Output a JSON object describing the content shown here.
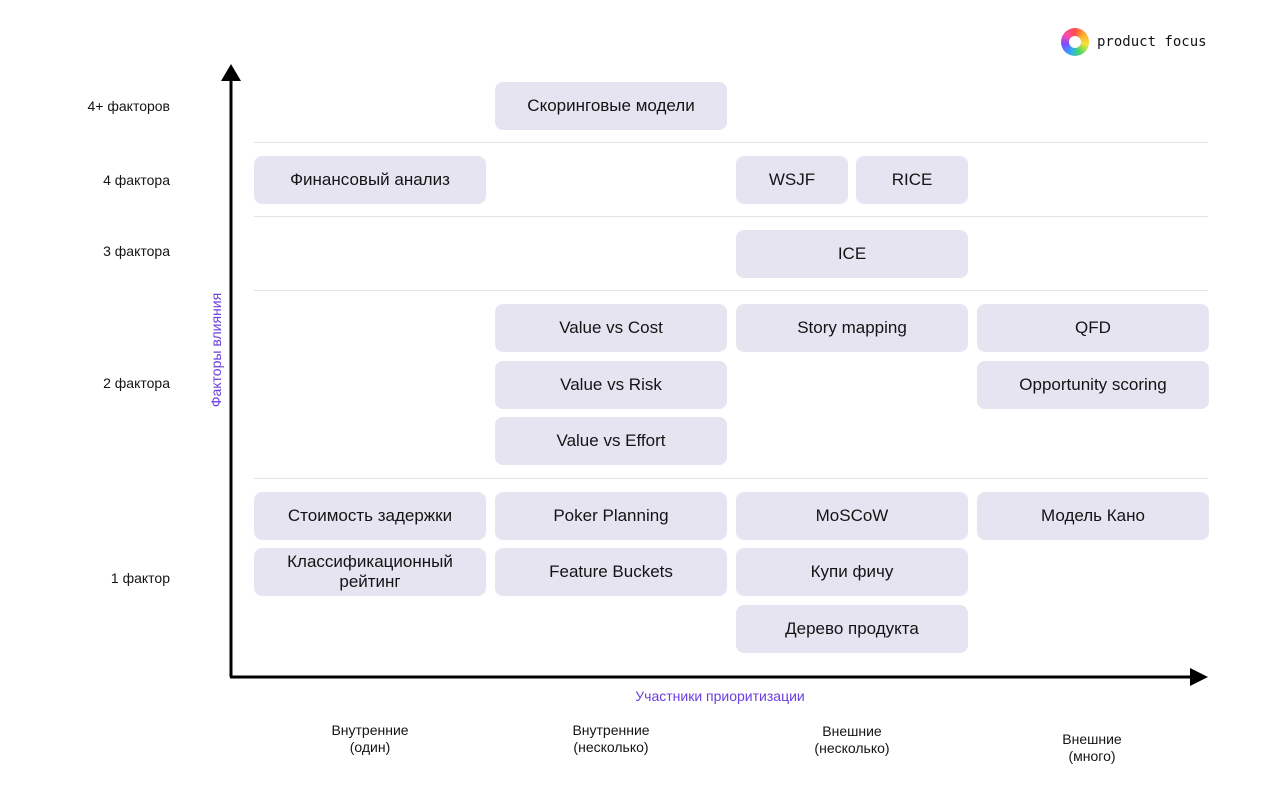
{
  "logo": {
    "text": "product focus"
  },
  "axes": {
    "y_title": "Факторы влияния",
    "x_title": "Участники приоритизации"
  },
  "rows": [
    {
      "label": "4+ факторов"
    },
    {
      "label": "4 фактора"
    },
    {
      "label": "3 фактора"
    },
    {
      "label": "2 фактора"
    },
    {
      "label": "1 фактор"
    }
  ],
  "columns": [
    {
      "line1": "Внутренние",
      "line2": "(один)"
    },
    {
      "line1": "Внутренние",
      "line2": "(несколько)"
    },
    {
      "line1": "Внешние",
      "line2": "(несколько)"
    },
    {
      "line1": "Внешние",
      "line2": "(много)"
    }
  ],
  "methods": {
    "scoring_models": "Скоринговые модели",
    "financial_analysis": "Финансовый анализ",
    "wsjf": "WSJF",
    "rice": "RICE",
    "ice": "ICE",
    "value_vs_cost": "Value vs Cost",
    "story_mapping": "Story mapping",
    "qfd": "QFD",
    "value_vs_risk": "Value vs Risk",
    "opportunity_scoring": "Opportunity scoring",
    "value_vs_effort": "Value vs Effort",
    "cost_of_delay": "Стоимость задержки",
    "poker_planning": "Poker Planning",
    "moscow": "MoSCoW",
    "kano_model": "Модель Кано",
    "classification_rating": "Классификационный рейтинг",
    "feature_buckets": "Feature Buckets",
    "buy_a_feature": "Купи фичу",
    "product_tree": "Дерево продукта"
  },
  "colors": {
    "card_bg": "#e6e4f1",
    "axis": "#000000",
    "accent": "#6b3fe0",
    "separator": "#e3e3e8"
  }
}
